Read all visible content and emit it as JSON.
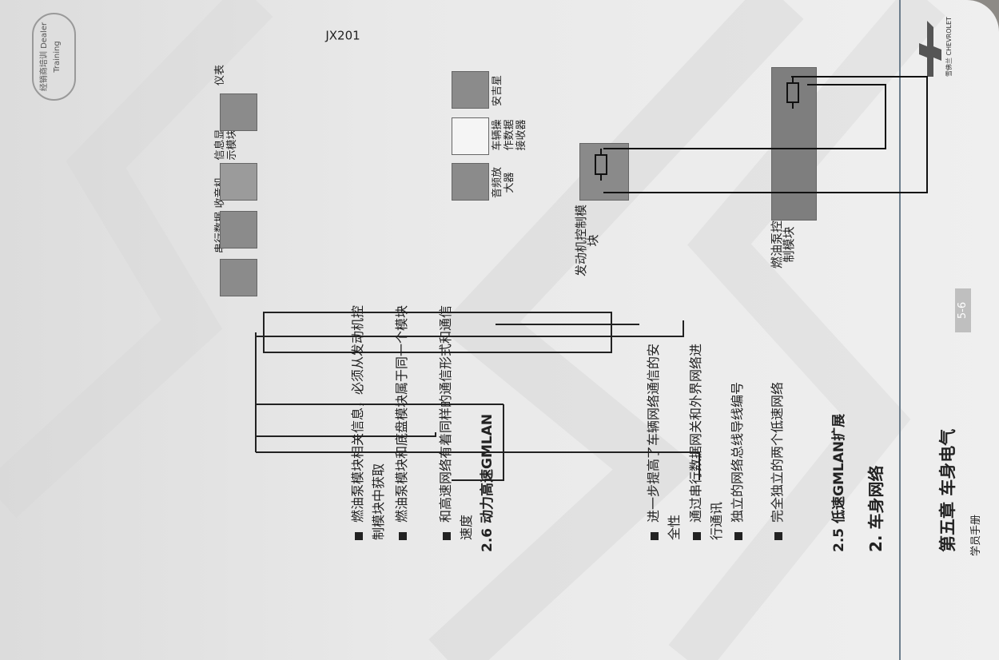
{
  "header": {
    "chapter_title": "第五章 车身电气",
    "brand_logo": "雪佛兰 CHEVROLET",
    "dealer_logo": "经销商培训 Dealer Training"
  },
  "content": {
    "section_heading": "2.  车身网络",
    "subsection_25": "2.5  低速GMLAN扩展",
    "bullets_25": [
      "完全独立的两个低速网络",
      "独立的网络总线导线编号",
      "通过串行数据网关和外界网络进行通讯",
      "进一步提高了车辆网络通信的安全性"
    ],
    "subsection_26": "2.6  动力高速GMLAN",
    "bullets_26": [
      "和高速网络有着同样的通信形式和通信速度",
      "燃油泵模块和底盘模块属于同一个模块",
      "燃油泵模块相关信息，必须从发动机控制模块中获取"
    ]
  },
  "diagram1": {
    "connector_label": "JX201",
    "modules": [
      "串行数据网关",
      "收音机",
      "信息显示模块",
      "仪表",
      "音频放大器",
      "车辆操作数据接收器",
      "安吉星"
    ]
  },
  "diagram2": {
    "modules": [
      "发动机控制模块",
      "燃油泵控制模块"
    ]
  },
  "footer": {
    "label": "学员手册",
    "page_number": "5-6"
  }
}
